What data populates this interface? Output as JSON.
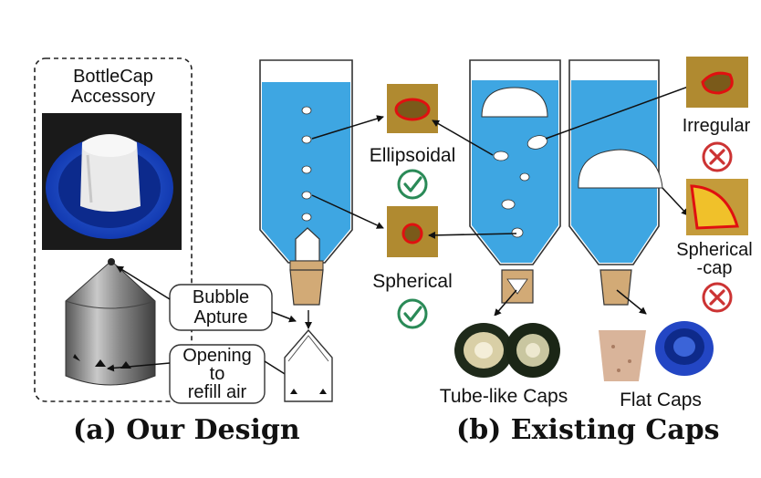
{
  "left_panel": {
    "title_line1": "BottleCap",
    "title_line2": "Accessory",
    "callout_bubble_line1": "Bubble",
    "callout_bubble_line2": "Apture",
    "callout_opening_line1": "Opening",
    "callout_opening_line2": "to",
    "callout_opening_line3": "refill air",
    "caption": "(a) Our Design"
  },
  "middle": {
    "label_ellipsoidal": "Ellipsoidal",
    "label_spherical": "Spherical"
  },
  "right_panel": {
    "label_irregular": "Irregular",
    "label_spherical_cap_line1": "Spherical",
    "label_spherical_cap_line2": "-cap",
    "label_tube_caps": "Tube-like Caps",
    "label_flat_caps": "Flat Caps",
    "caption": "(b) Existing Caps"
  },
  "colors": {
    "water": "#3ea6e2",
    "cork": "#d2aa76",
    "ok": "#2a8a57",
    "bad": "#cc3333",
    "bubble_outline": "#e01010",
    "photo_bg": "#b08a30"
  },
  "icons": [
    "checkmark-icon",
    "cross-icon"
  ]
}
